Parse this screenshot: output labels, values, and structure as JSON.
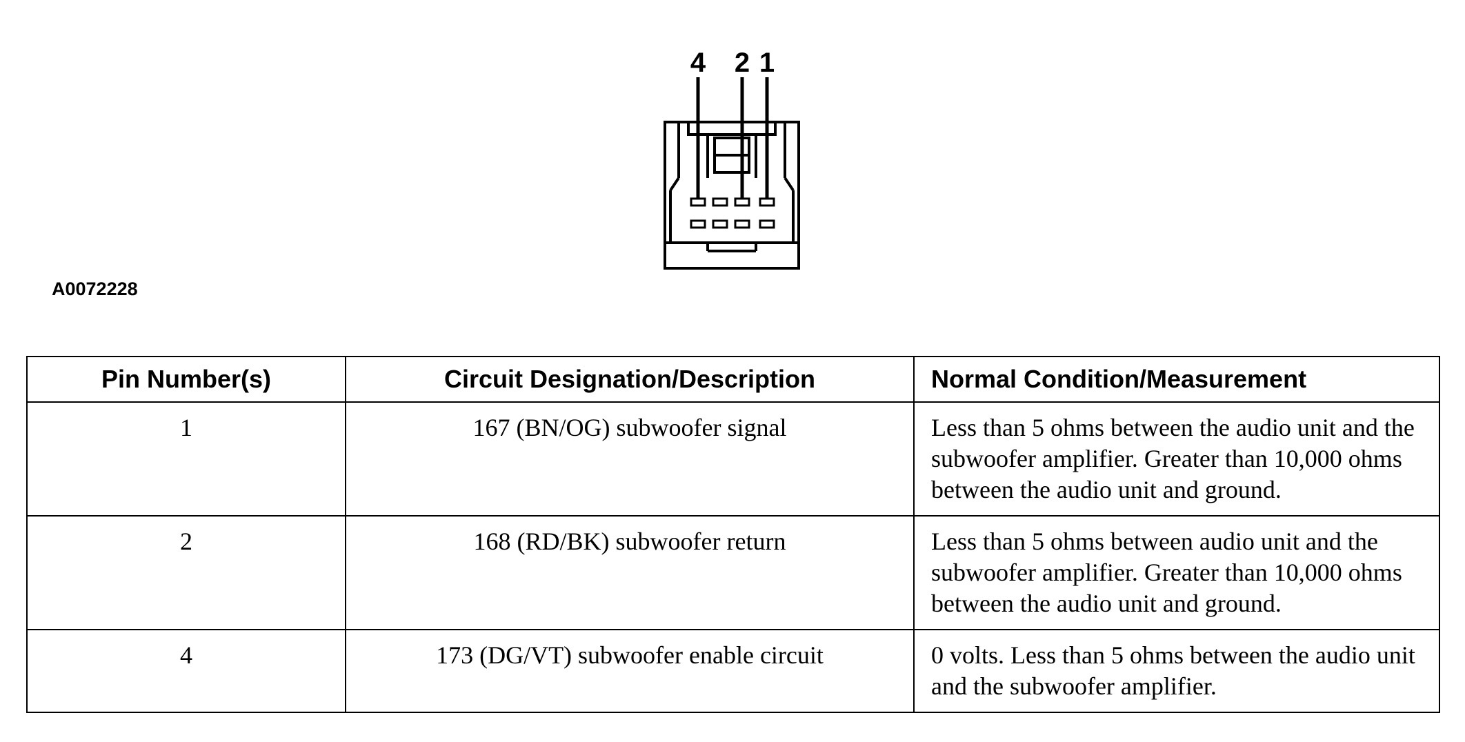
{
  "connector": {
    "pin_labels": [
      "4",
      "2",
      "1"
    ]
  },
  "figure_id": "A0072228",
  "table": {
    "headers": [
      "Pin Number(s)",
      "Circuit Designation/Description",
      "Normal Condition/Measurement"
    ],
    "rows": [
      {
        "pin": "1",
        "circuit": "167 (BN/OG) subwoofer signal",
        "condition": "Less than 5 ohms between the audio unit and the subwoofer amplifier. Greater than 10,000 ohms between the audio unit and ground."
      },
      {
        "pin": "2",
        "circuit": "168 (RD/BK) subwoofer return",
        "condition": "Less than 5 ohms between audio unit and the subwoofer amplifier. Greater than 10,000 ohms between the audio unit and ground."
      },
      {
        "pin": "4",
        "circuit": "173 (DG/VT) subwoofer enable circuit",
        "condition": "0 volts. Less than 5 ohms between the audio unit and the subwoofer amplifier."
      }
    ]
  }
}
